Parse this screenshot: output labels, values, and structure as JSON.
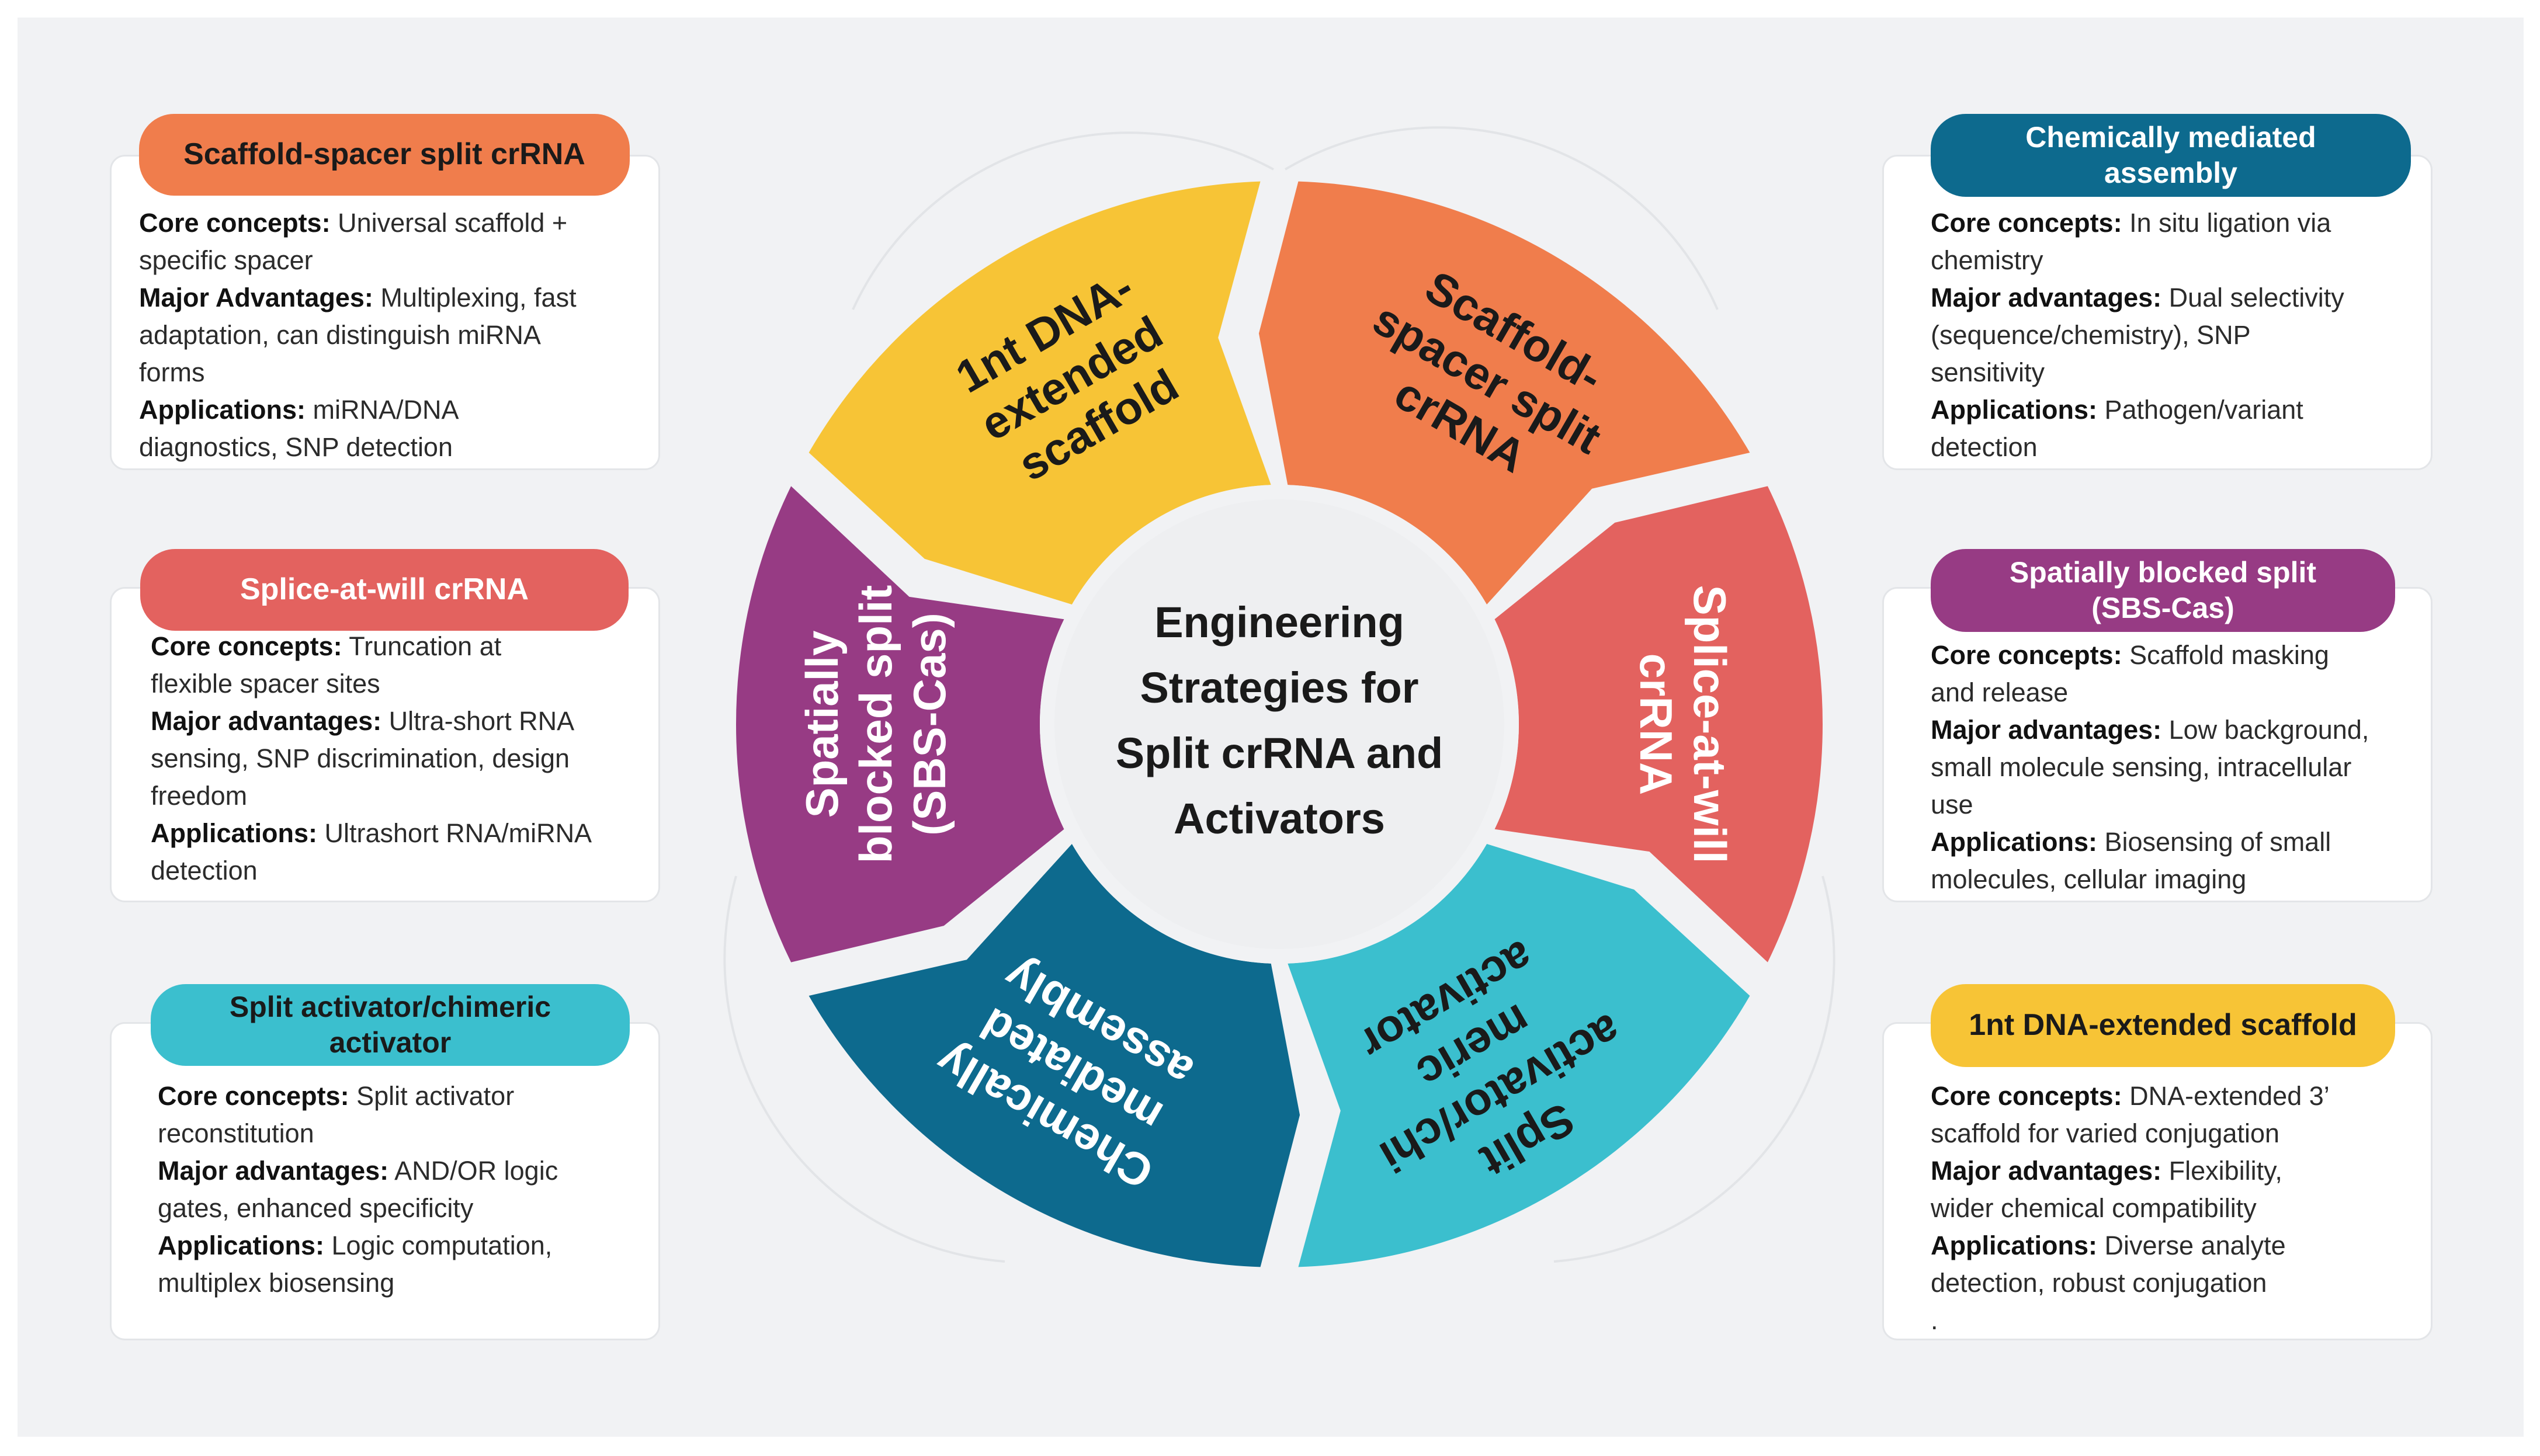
{
  "center": {
    "line1": "Engineering",
    "line2": "Strategies for",
    "line3": "Split crRNA and",
    "line4": "Activators"
  },
  "segments": [
    {
      "lines": [
        "1nt DNA-",
        "extended",
        "scaffold"
      ],
      "color": "#f7c436",
      "text_color": "#1a1a1a"
    },
    {
      "lines": [
        "Scaffold-",
        "spacer split",
        "crRNA"
      ],
      "color": "#f07d4c",
      "text_color": "#1a1a1a"
    },
    {
      "lines": [
        "Splice-at-will",
        "crRNA"
      ],
      "color": "#e3625f",
      "text_color": "#ffffff"
    },
    {
      "lines": [
        "Split",
        "activator/chi",
        "meric",
        "activator"
      ],
      "color": "#3bbfce",
      "text_color": "#1a1a1a"
    },
    {
      "lines": [
        "Chemically",
        "mediated",
        "assembly"
      ],
      "color": "#0d6a8e",
      "text_color": "#ffffff"
    },
    {
      "lines": [
        "Spatially",
        "blocked split",
        "(SBS-Cas)"
      ],
      "color": "#973b84",
      "text_color": "#ffffff"
    }
  ],
  "cards": {
    "scaffold_spacer": {
      "title": "Scaffold-spacer split crRNA",
      "color": "#f07d4c",
      "k1": "Core concepts:",
      "v1a": " Universal scaffold +",
      "v1b": "specific spacer",
      "k2": "Major Advantages:",
      "v2a": " Multiplexing, fast",
      "v2b": "adaptation, can distinguish miRNA",
      "v2c": "forms",
      "k3": "Applications:",
      "v3a": " miRNA/DNA",
      "v3b": "diagnostics, SNP detection"
    },
    "splice": {
      "title": "Splice-at-will crRNA",
      "color": "#e3625f",
      "k1": "Core concepts:",
      "v1a": " Truncation at",
      "v1b": "flexible spacer sites",
      "k2": "Major advantages:",
      "v2a": " Ultra-short RNA",
      "v2b": "sensing, SNP discrimination, design",
      "v2c": "freedom",
      "k3": "Applications:",
      "v3a": " Ultrashort RNA/miRNA",
      "v3b": "detection"
    },
    "split_activator": {
      "title": "Split activator/chimeric activator",
      "color": "#3bbfce",
      "k1": "Core concepts:",
      "v1a": " Split activator",
      "v1b": "reconstitution",
      "k2": "Major advantages:",
      "v2a": " AND/OR logic",
      "v2b": "gates, enhanced specificity",
      "k3": "Applications:",
      "v3a": " Logic computation,",
      "v3b": "multiplex biosensing"
    },
    "chemically": {
      "title": "Chemically mediated assembly",
      "color": "#0d6a8e",
      "k1": "Core concepts:",
      "v1a": " In situ ligation via",
      "v1b": "chemistry",
      "k2": "Major advantages:",
      "v2a": " Dual selectivity",
      "v2b": "(sequence/chemistry), SNP",
      "v2c": "sensitivity",
      "k3": "Applications:",
      "v3a": " Pathogen/variant",
      "v3b": "detection"
    },
    "spatially": {
      "title": "Spatially blocked split (SBS-Cas)",
      "color": "#973b84",
      "k1": "Core concepts:",
      "v1a": " Scaffold masking",
      "v1b": "and release",
      "k2": "Major advantages:",
      "v2a": " Low background,",
      "v2b": "small molecule sensing, intracellular",
      "v2c": "use",
      "k3": "Applications:",
      "v3a": " Biosensing of small",
      "v3b": "molecules, cellular imaging"
    },
    "one_nt": {
      "title": "1nt DNA-extended scaffold",
      "color": "#f7c436",
      "k1": "Core concepts:",
      "v1a": " DNA-extended 3’",
      "v1b": "scaffold for varied conjugation",
      "k2": "Major advantages:",
      "v2a": " Flexibility,",
      "v2b": "wider chemical compatibility",
      "k3": "Applications:",
      "v3a": " Diverse analyte",
      "v3b": "detection, robust conjugation",
      "trail": "."
    }
  }
}
